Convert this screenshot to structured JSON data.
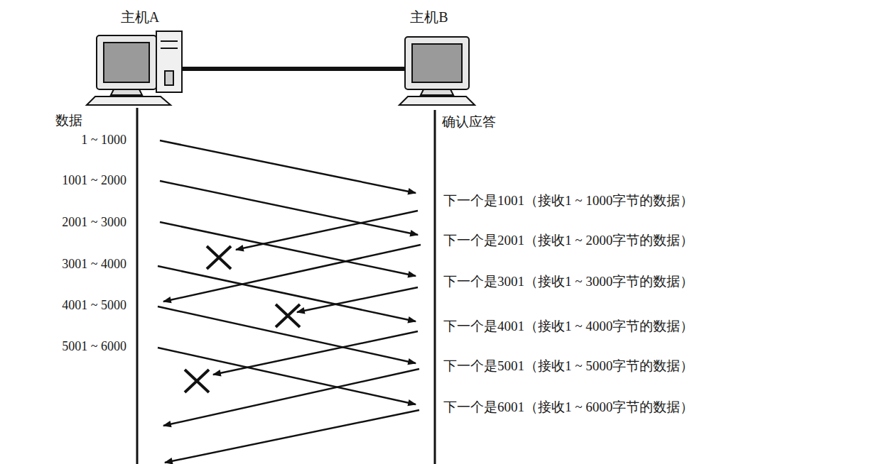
{
  "diagram": {
    "labels": [
      "主机A",
      "主机B",
      "数据",
      "确认应答",
      "1 ~ 1000",
      "1001 ~ 2000",
      "2001 ~ 3000",
      "3001 ~ 4000",
      "4001 ~ 5000",
      "5001 ~ 6000",
      "下一个是1001（接收1 ~ 1000字节的数据）",
      "下一个是2001（接收1 ~ 2000字节的数据）",
      "下一个是3001（接收1 ~ 3000字节的数据）",
      "下一个是4001（接收1 ~ 4000字节的数据）",
      "下一个是5001（接收1 ~ 5000字节的数据）",
      "下一个是6001（接收1 ~ 6000字节的数据）"
    ]
  }
}
